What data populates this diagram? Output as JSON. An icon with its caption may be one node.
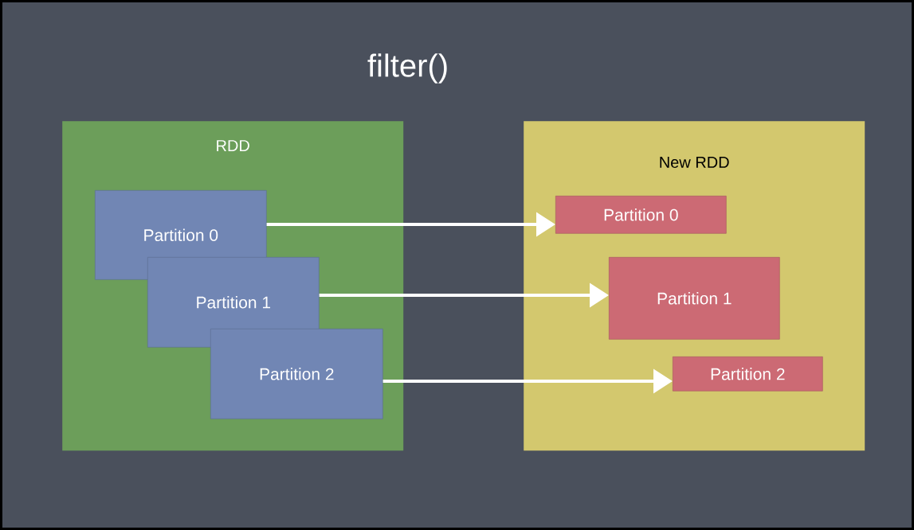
{
  "diagram": {
    "title": "filter()",
    "nodes": [
      {
        "text": [
          "RDD"
        ]
      },
      {
        "text": [
          "Partition 0"
        ],
        "in": 0
      },
      {
        "text": [
          "Partition 1"
        ],
        "in": 0
      },
      {
        "text": [
          "Partition 2"
        ],
        "in": 0
      },
      {
        "text": [
          "New RDD"
        ]
      },
      {
        "text": [
          "Partition 0"
        ],
        "in": 4
      },
      {
        "text": [
          "Partition 1"
        ],
        "in": 4
      },
      {
        "text": [
          "Partition 2"
        ],
        "in": 4
      }
    ],
    "edges": [
      {
        "from": 1,
        "to": 5,
        "arrow": "to"
      },
      {
        "from": 2,
        "to": 6,
        "arrow": "to"
      },
      {
        "from": 3,
        "to": 7,
        "arrow": "to"
      }
    ]
  }
}
